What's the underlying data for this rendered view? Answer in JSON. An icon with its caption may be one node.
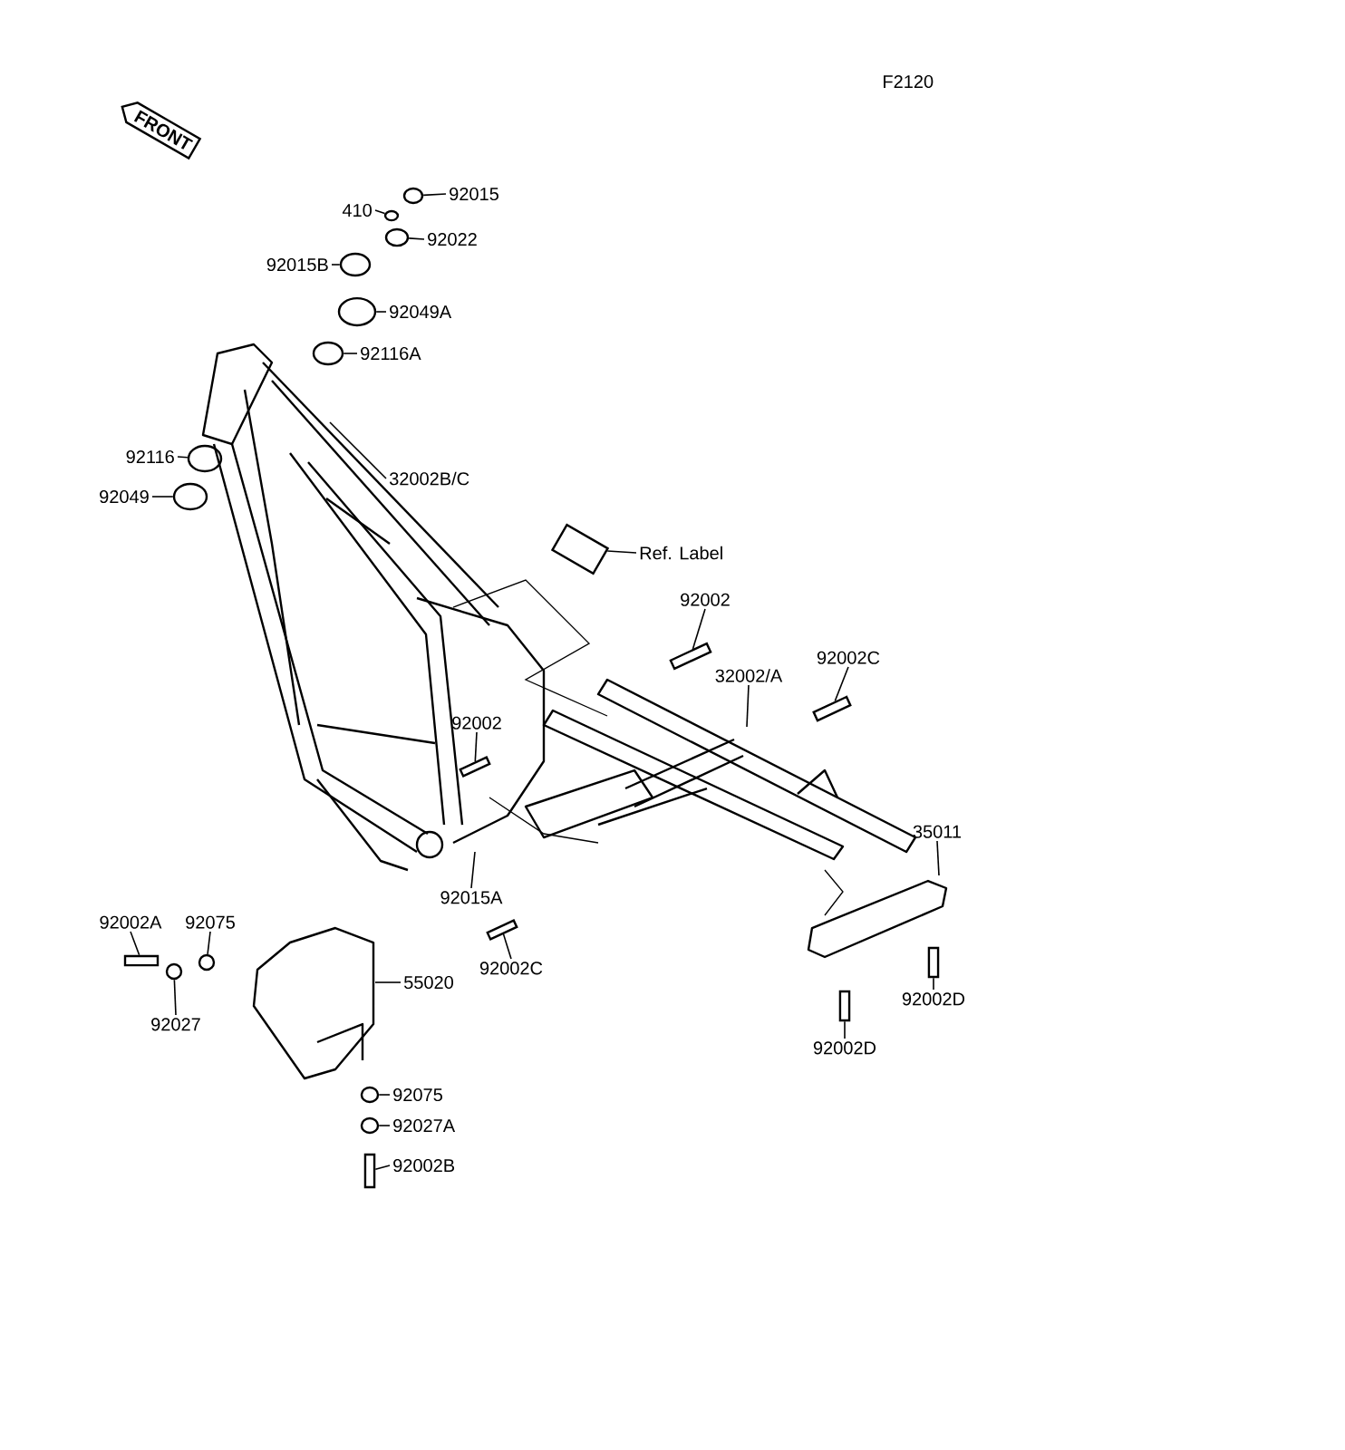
{
  "diagram": {
    "nodes": [
      {
        "text": [
          "FRONT"
        ]
      },
      {
        "text": [
          "92015"
        ]
      },
      {
        "text": [
          "410"
        ]
      },
      {
        "text": [
          "92022"
        ]
      },
      {
        "text": [
          "92015B"
        ]
      },
      {
        "text": [
          "92049A"
        ]
      },
      {
        "text": [
          "92116A"
        ]
      },
      {
        "text": [
          "92116"
        ]
      },
      {
        "text": [
          "92049"
        ]
      },
      {
        "text": [
          "32002B/C"
        ]
      },
      {
        "text": [
          "Ref. Label"
        ]
      },
      {
        "text": [
          "92002"
        ]
      },
      {
        "text": [
          "92002C"
        ]
      },
      {
        "text": [
          "32002/A"
        ]
      },
      {
        "text": [
          "35011"
        ]
      },
      {
        "text": [
          "92002"
        ]
      },
      {
        "text": [
          "92015A"
        ]
      },
      {
        "text": [
          "92002C"
        ]
      },
      {
        "text": [
          "92002A"
        ]
      },
      {
        "text": [
          "92075"
        ]
      },
      {
        "text": [
          "92027"
        ]
      },
      {
        "text": [
          "55020"
        ]
      },
      {
        "text": [
          "92075"
        ]
      },
      {
        "text": [
          "92027A"
        ]
      },
      {
        "text": [
          "92002B"
        ]
      },
      {
        "text": [
          "92002D"
        ]
      },
      {
        "text": [
          "92002D"
        ]
      },
      {
        "text": [],
        "shape": "circle"
      },
      {
        "text": [],
        "shape": "circle"
      },
      {
        "text": [],
        "shape": "circle"
      },
      {
        "text": [],
        "shape": "circle"
      },
      {
        "text": [],
        "shape": "circle"
      },
      {
        "text": [],
        "shape": "circle"
      },
      {
        "text": [],
        "shape": "circle"
      },
      {
        "text": [],
        "shape": "circle"
      },
      {
        "text": [],
        "shape": "picture"
      },
      {
        "text": [],
        "shape": "bar"
      },
      {
        "text": [],
        "shape": "bar"
      },
      {
        "text": [],
        "shape": "bar"
      },
      {
        "text": [],
        "shape": "bar"
      },
      {
        "text": [],
        "shape": "bar"
      },
      {
        "text": [],
        "shape": "circle"
      },
      {
        "text": [],
        "shape": "circle"
      },
      {
        "text": [],
        "shape": "circle"
      },
      {
        "text": [],
        "shape": "circle"
      },
      {
        "text": [],
        "shape": "bar"
      },
      {
        "text": [],
        "shape": "bar"
      },
      {
        "text": [],
        "shape": "bar"
      }
    ],
    "edges": [
      {
        "from": 1,
        "to": 27,
        "arrow": "none"
      },
      {
        "from": 2,
        "to": 28,
        "arrow": "none"
      },
      {
        "from": 3,
        "to": 29,
        "arrow": "none"
      },
      {
        "from": 4,
        "to": 30,
        "arrow": "none"
      },
      {
        "from": 5,
        "to": 31,
        "arrow": "none"
      },
      {
        "from": 6,
        "to": 32,
        "arrow": "none"
      },
      {
        "from": 7,
        "to": 33,
        "arrow": "none"
      },
      {
        "from": 8,
        "to": 34,
        "arrow": "none"
      },
      {
        "from": 9,
        "to": null,
        "arrow": "none"
      },
      {
        "from": 10,
        "to": 35,
        "arrow": "none"
      },
      {
        "from": 11,
        "to": 36,
        "arrow": "none"
      },
      {
        "from": 12,
        "to": 37,
        "arrow": "none"
      },
      {
        "from": 13,
        "to": null,
        "arrow": "none"
      },
      {
        "from": 14,
        "to": null,
        "arrow": "none"
      },
      {
        "from": 15,
        "to": 38,
        "arrow": "none"
      },
      {
        "from": 16,
        "to": null,
        "arrow": "none"
      },
      {
        "from": 17,
        "to": 39,
        "arrow": "none"
      },
      {
        "from": 18,
        "to": 40,
        "arrow": "none"
      },
      {
        "from": 19,
        "to": 41,
        "arrow": "none"
      },
      {
        "from": 20,
        "to": 42,
        "arrow": "none"
      },
      {
        "from": 21,
        "to": null,
        "arrow": "none"
      },
      {
        "from": 22,
        "to": 43,
        "arrow": "none"
      },
      {
        "from": 23,
        "to": 44,
        "arrow": "none"
      },
      {
        "from": 24,
        "to": 45,
        "arrow": "none"
      },
      {
        "from": 25,
        "to": 46,
        "arrow": "none"
      },
      {
        "from": 26,
        "to": 47,
        "arrow": "none"
      }
    ],
    "labels": [
      "F2120"
    ]
  }
}
